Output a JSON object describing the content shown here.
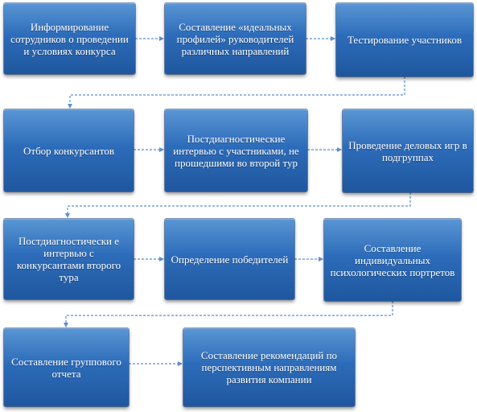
{
  "diagram": {
    "nodes": [
      {
        "id": "n1",
        "text": "Информирование сотрудников о проведении и условиях конкурса"
      },
      {
        "id": "n2",
        "text": "Составление «идеальных профилей» руководителей различных направлений"
      },
      {
        "id": "n3",
        "text": "Тестирование участников"
      },
      {
        "id": "n4",
        "text": "Отбор конкурсантов"
      },
      {
        "id": "n5",
        "text": "Постдиагностические интервью с участниками, не прошедшими во второй тур"
      },
      {
        "id": "n6",
        "text": "Проведение деловых игр в подгруппах"
      },
      {
        "id": "n7",
        "text": "Постдиагностически е интервью с конкурсантами второго тура"
      },
      {
        "id": "n8",
        "text": "Определение победителей"
      },
      {
        "id": "n9",
        "text": "Составление индивидуальных психологических портретов"
      },
      {
        "id": "n10",
        "text": "Составление группового отчета"
      },
      {
        "id": "n11",
        "text": "Составление рекомендаций по перспективным направлениям развития компании"
      }
    ],
    "edges": [
      [
        "n1",
        "n2"
      ],
      [
        "n2",
        "n3"
      ],
      [
        "n3",
        "n4"
      ],
      [
        "n4",
        "n5"
      ],
      [
        "n5",
        "n6"
      ],
      [
        "n6",
        "n7"
      ],
      [
        "n7",
        "n8"
      ],
      [
        "n8",
        "n9"
      ],
      [
        "n9",
        "n10"
      ],
      [
        "n10",
        "n11"
      ]
    ],
    "colors": {
      "box_top": "#5a96d4",
      "box_bottom": "#1f579e",
      "connector": "#5b8fd0",
      "text": "#ffffff"
    }
  }
}
